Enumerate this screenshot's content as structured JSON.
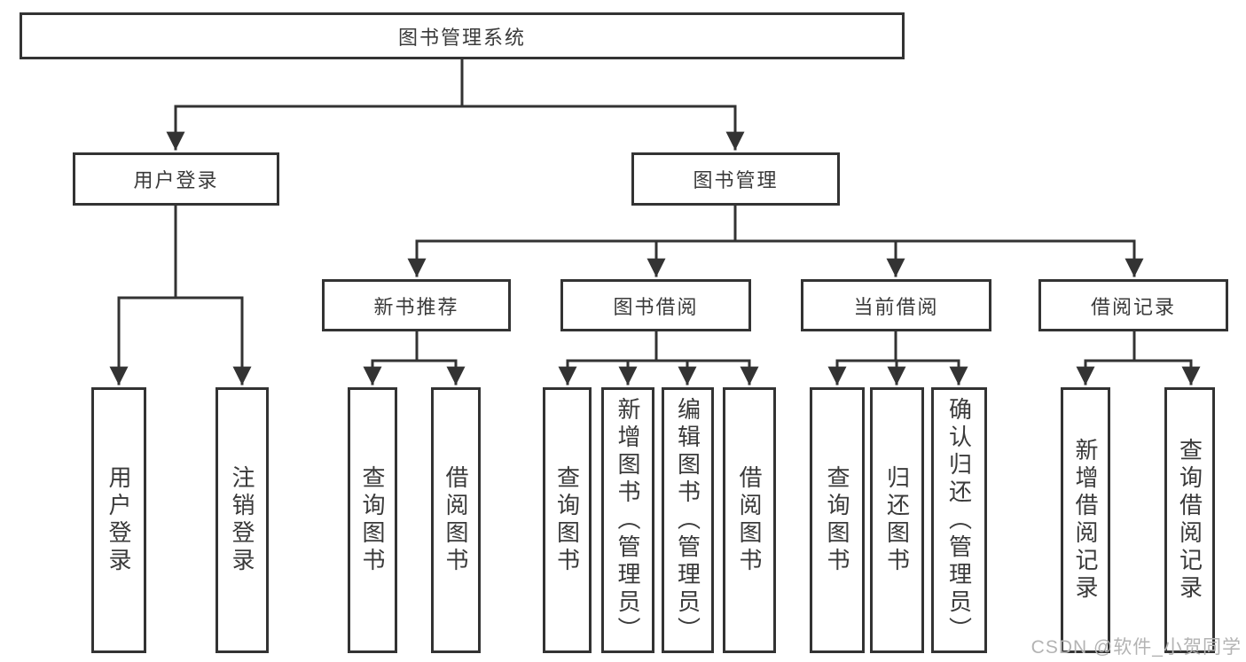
{
  "diagram": {
    "title": "图书管理系统",
    "nodes": {
      "root": {
        "label": "图书管理系统"
      },
      "user_login": {
        "label": "用户登录"
      },
      "book_management": {
        "label": "图书管理"
      },
      "new_book_recommendation": {
        "label": "新书推荐"
      },
      "book_borrowing": {
        "label": "图书借阅"
      },
      "current_borrowing": {
        "label": "当前借阅"
      },
      "borrowing_records": {
        "label": "借阅记录"
      },
      "user_login_leaf": {
        "label": "用户登录"
      },
      "logout_leaf": {
        "label": "注销登录"
      },
      "recommend_query_books": {
        "label": "查询图书"
      },
      "recommend_borrow_books": {
        "label": "借阅图书"
      },
      "borrowing_query_books": {
        "label": "查询图书"
      },
      "borrowing_add_books": {
        "label": "新增图书（管理员）"
      },
      "borrowing_edit_books": {
        "label": "编辑图书（管理员）"
      },
      "borrowing_borrow_books": {
        "label": "借阅图书"
      },
      "current_query_books": {
        "label": "查询图书"
      },
      "current_return_books": {
        "label": "归还图书"
      },
      "current_confirm_return": {
        "label": "确认归还（管理员）"
      },
      "records_add_record": {
        "label": "新增借阅记录"
      },
      "records_query_record": {
        "label": "查询借阅记录"
      }
    },
    "colors": {
      "line": "#333333",
      "box_border": "#333333",
      "box_background": "#ffffff",
      "text": "#3a3a3a",
      "watermark": "#b3b3b3"
    }
  },
  "watermark": {
    "text": "CSDN @软件_小贺同学"
  }
}
